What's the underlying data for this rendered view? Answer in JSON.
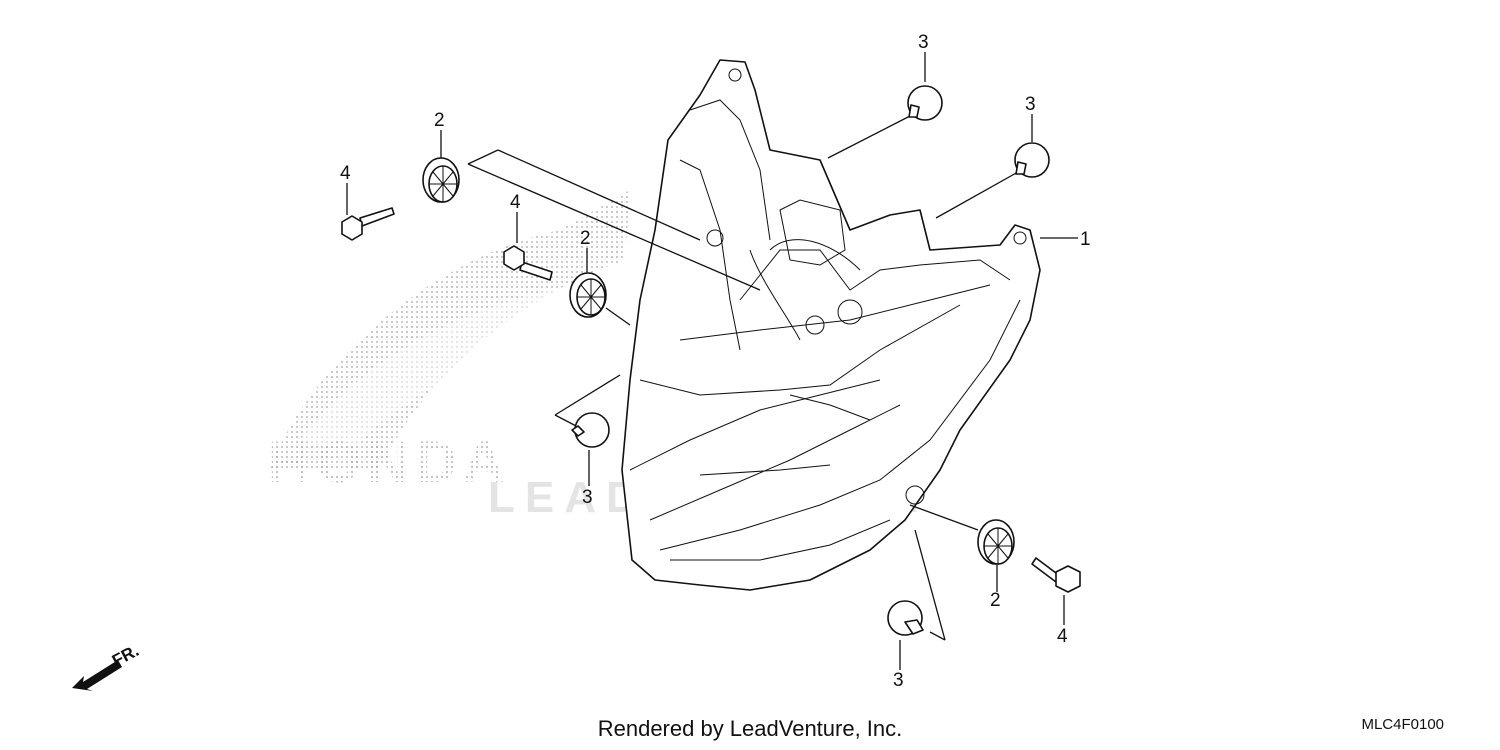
{
  "diagram": {
    "watermark": {
      "brand": "HONDA",
      "text": "LEADVENTURE"
    },
    "front_arrow_label": "FR.",
    "callouts": [
      "1",
      "2",
      "2",
      "2",
      "3",
      "3",
      "3",
      "3",
      "4",
      "4",
      "4"
    ],
    "footer": {
      "credit": "Rendered by LeadVenture, Inc.",
      "code": "MLC4F0100"
    }
  }
}
